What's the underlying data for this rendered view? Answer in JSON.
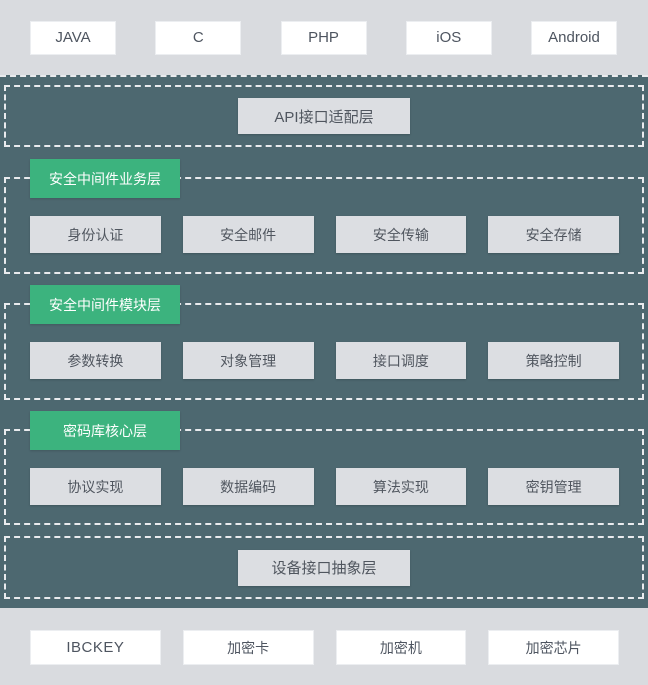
{
  "top_row": [
    "JAVA",
    "C",
    "PHP",
    "iOS",
    "Android"
  ],
  "layers": {
    "api": {
      "label": "API接口适配层"
    },
    "business": {
      "title": "安全中间件业务层",
      "items": [
        "身份认证",
        "安全邮件",
        "安全传输",
        "安全存储"
      ]
    },
    "module": {
      "title": "安全中间件模块层",
      "items": [
        "参数转换",
        "对象管理",
        "接口调度",
        "策略控制"
      ]
    },
    "core": {
      "title": "密码库核心层",
      "items": [
        "协议实现",
        "数据编码",
        "算法实现",
        "密钥管理"
      ]
    },
    "device": {
      "label": "设备接口抽象层"
    }
  },
  "bottom_row": [
    "IBCKEY",
    "加密卡",
    "加密机",
    "加密芯片"
  ],
  "colors": {
    "page_background": "#d9dbdf",
    "stack_background": "#4d6870",
    "accent_green": "#3cb37e",
    "inner_box": "#dcdee2",
    "dashed_border": "#e9ebee",
    "text": "#50565f"
  }
}
